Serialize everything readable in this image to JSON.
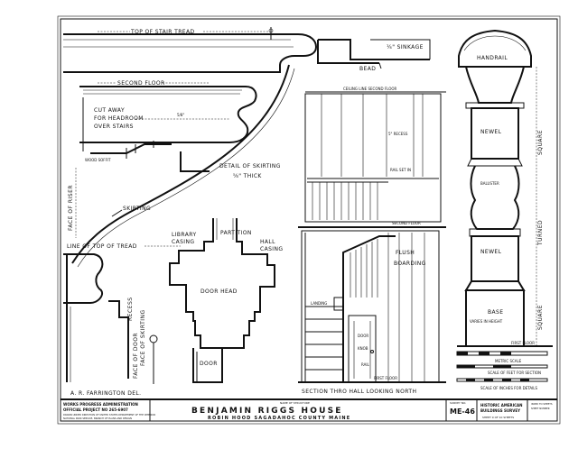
{
  "labels": {
    "top_of_stair_tread": "TOP OF STAIR TREAD",
    "sinkage": "¼\" SINKAGE",
    "bead": "BEAD",
    "handrail": "HANDRAIL",
    "second_floor": "SECOND FLOOR",
    "cut_away_1": "CUT AWAY",
    "cut_away_2": "FOR HEADROOM",
    "cut_away_3": "OVER STAIRS",
    "dim_5_8": "5/8\"",
    "wood_soffit": "WOOD SOFFIT",
    "ceiling_line": "CEILING LINE SECOND FLOOR",
    "recess_5": "5\" RECESS",
    "rail_set_in": "RAIL SET IN",
    "second_floor_small": "SECOND FLOOR",
    "detail_of_skirting": "DETAIL OF SKIRTING",
    "thick": "⅝\" THICK",
    "face_of_riser": "FACE OF RISER",
    "skirting": "SKIRTING",
    "line_of_top_of_tread": "LINE OF TOP OF TREAD",
    "library_casing_1": "LIBRARY",
    "library_casing_2": "CASING",
    "partition": "PARTITION",
    "hall_casing_1": "HALL",
    "hall_casing_2": "CASING",
    "door_head": "DOOR HEAD",
    "door": "DOOR",
    "recess": "RECESS",
    "face_of_skirting": "FACE OF SKIRTING",
    "face_of_door": "FACE OF DOOR",
    "landing": "LANDING",
    "flush_boarding_1": "FLUSH",
    "flush_boarding_2": "BOARDING",
    "door_2": "DOOR",
    "knob": "KNOB",
    "rail": "RAIL",
    "first_floor": "FIRST FLOOR",
    "first_floor_right": "FIRST FLOOR",
    "section_title": "SECTION THRO HALL LOOKING NORTH",
    "newel_1": "NEWEL",
    "newel_2": "NEWEL",
    "baluster": "BALUSTER",
    "square_1": "SQUARE",
    "turned": "TURNED",
    "square_2": "SQUARE",
    "base": "BASE",
    "varies": "VARIES IN HEIGHT",
    "metric_scale": "METRIC SCALE",
    "scale_feet": "SCALE OF FEET FOR SECTION",
    "scale_inches": "SCALE OF INCHES FOR DETAILS",
    "delineator": "A. R. FARRINGTON DEL."
  },
  "title_block": {
    "wpa_1": "WORKS PROGRESS ADMINISTRATION",
    "wpa_2": "OFFICIAL PROJECT NO 265-6907",
    "wpa_3": "DRAWN UNDER DIRECTION OF UNITED STATES DEPARTMENT OF THE INTERIOR",
    "wpa_4": "NATIONAL PARK SERVICE, BRANCH OF PLANS AND DESIGN",
    "name_caption": "NAME OF STRUCTURE",
    "title": "BENJAMIN RIGGS HOUSE",
    "subtitle": "ROBIN HOOD   SAGADAHOC COUNTY   MAINE",
    "survey_caption": "SURVEY NO.",
    "survey_no": "ME-46",
    "habs_1": "HISTORIC AMERICAN",
    "habs_2": "BUILDINGS SURVEY",
    "sheet_text": "SHEET 9 OF 10 SHEETS",
    "index_1": "INDEX TO SHEETS",
    "index_2": "SHEET NUMBER"
  }
}
